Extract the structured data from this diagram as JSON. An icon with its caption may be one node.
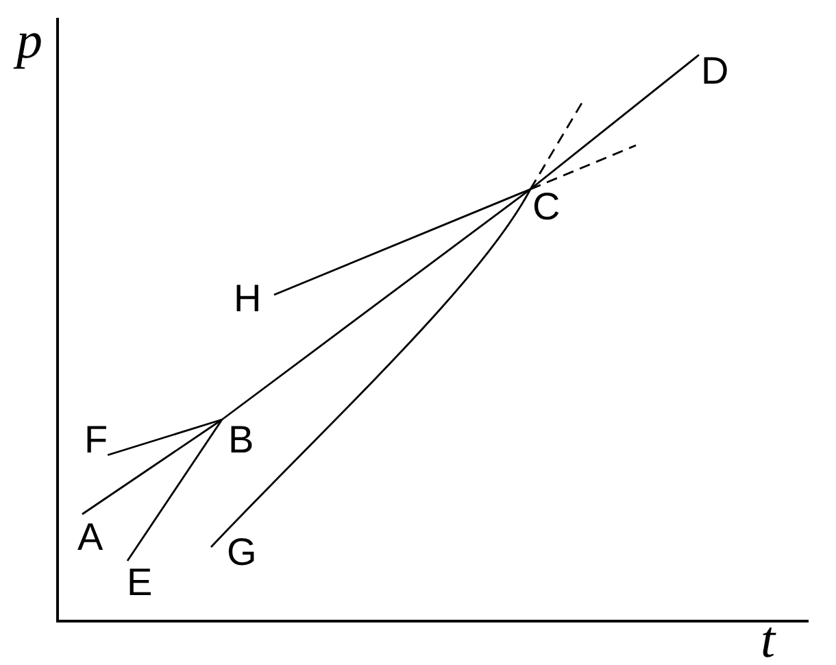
{
  "diagram": {
    "nodes": [
      {
        "text": [
          "A"
        ]
      },
      {
        "text": [
          "B"
        ]
      },
      {
        "text": [
          "C"
        ]
      },
      {
        "text": [
          "D"
        ]
      },
      {
        "text": [
          "E"
        ]
      },
      {
        "text": [
          "F"
        ]
      },
      {
        "text": [
          "G"
        ]
      },
      {
        "text": [
          "H"
        ]
      }
    ],
    "edges": [
      {
        "from": 0,
        "to": 1,
        "arrow": "none"
      },
      {
        "from": 1,
        "to": 2,
        "arrow": "none"
      },
      {
        "from": 2,
        "to": 3,
        "arrow": "none"
      },
      {
        "from": 4,
        "to": 1,
        "arrow": "none"
      },
      {
        "from": 5,
        "to": 1,
        "arrow": "none"
      },
      {
        "from": 6,
        "to": 2,
        "arrow": "none"
      },
      {
        "from": 7,
        "to": 2,
        "arrow": "none"
      },
      {
        "from": 2,
        "to": null,
        "arrow": "none",
        "style": "dashed"
      },
      {
        "from": 2,
        "to": null,
        "arrow": "none",
        "style": "dashed"
      }
    ],
    "labels": [
      "p",
      "t"
    ]
  }
}
